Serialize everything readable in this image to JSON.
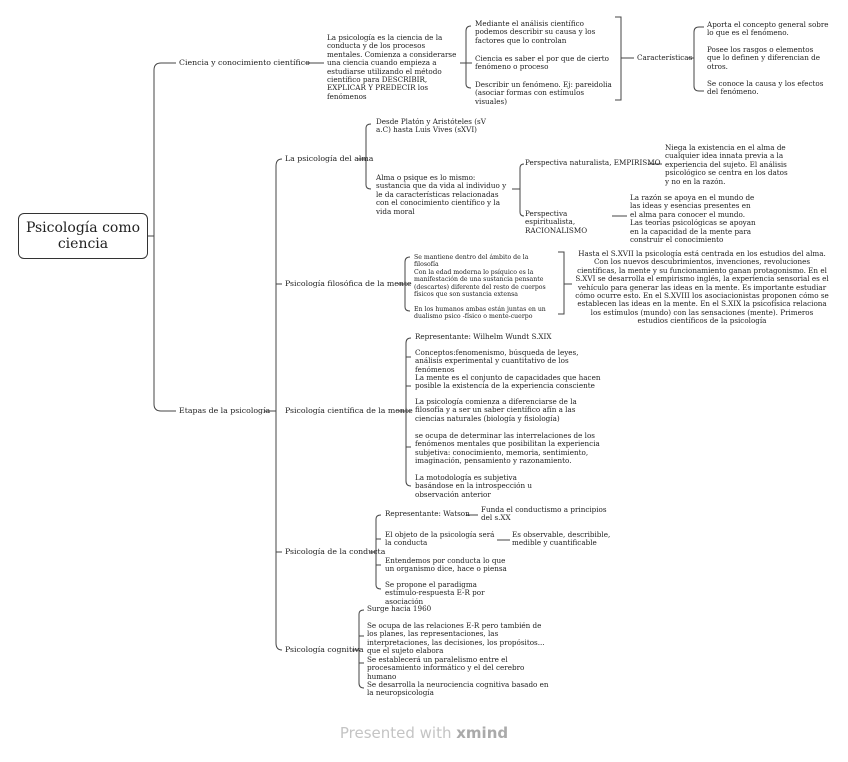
{
  "root": "Psicología como ciencia",
  "b1": {
    "label": "Ciencia y conocimiento científico",
    "desc": "La psicología es la ciencia de la conducta y de los procesos mentales. Comienza a considerarse una ciencia cuando empieza a estudiarse utilizando el método científico para DESCRIBIR, EXPLICAR Y PREDECIR los fenómenos",
    "points": [
      "Mediante el análisis  científico podemos describir su causa y los factores que lo controlan",
      "Ciencia es saber el por que de cierto fenómeno o proceso",
      "Describir un fenómeno. Ej: pareidolia (asociar formas con estímulos visuales)"
    ],
    "char_label": "Características",
    "chars": [
      "Aporta el concepto general sobre lo que es el fenómeno.",
      "Posee los rasgos o elementos que lo definen y diferencian de otros.",
      "Se conoce la causa y los efectos del fenómeno."
    ]
  },
  "b2": {
    "label": "Etapas de la psicología",
    "alma": {
      "label": "La psicología del alma",
      "n1": "Desde Platón y Aristóteles (sV a.C) hasta Luis Vives (sXVI)",
      "n2": "Alma o psique es lo mismo: sustancia que da vida al individuo y le da características relacionadas con el conocimiento científico y la vida moral",
      "p1": "Perspectiva naturalista, EMPIRISMO",
      "p1d": "Niega la existencia en el alma de cualquier idea innata previa a la experiencia del sujeto. El análisis psicológico se centra en los datos y no en la razón.",
      "p2": "Perspectiva espiritualista, RACIONALISMO",
      "p2d": "La razón se apoya en el mundo de las ideas y esencias presentes en el alma para conocer el mundo. Las teorías psicológicas se apoyan en la capacidad de la mente para construir el conocimiento"
    },
    "filo": {
      "label": "Psicología filosófica de la mente",
      "items": [
        "Se mantiene dentro del ámbito de la filosofía",
        "Con la edad moderna lo psíquico es la manifestación de una sustancia pensante (descartes) diferente del resto de cuerpos físicos que son sustancia extensa",
        "En los humanos ambas están juntas en un dualismo psico -físico o mente-cuerpo"
      ],
      "summary": "Hasta el S.XVII la psicología está centrada en los estudios del alma. Con los nuevos descubrimientos, invenciones, revoluciones científicas, la mente y su funcionamiento ganan protagonismo. En el S.XVI se desarrolla el empirismo inglés, la experiencia sensorial es el vehículo para generar las ideas en la mente. Es importante estudiar cómo ocurre esto. En el S.XVIII los asociacionistas proponen cómo se establecen las ideas en la mente. En el S.XIX la psicofísica relaciona los estímulos (mundo) con las sensaciones (mente). Primeros estudios científicos de la psicología"
    },
    "cient": {
      "label": "Psicología científica de la mente",
      "items": [
        "Representante: Wilhelm Wundt S.XIX",
        "Conceptos:fenomenismo, búsqueda de leyes, análisis experimental y cuantitativo de los fenómenos",
        "La mente es el conjunto de capacidades que hacen posible la existencia de la experiencia consciente",
        "La psicología comienza a diferenciarse de la filosofía y a ser un saber científico afín a las ciencias naturales (biología y fisiología)",
        "se ocupa de determinar las interrelaciones de los fenómenos mentales que posibilitan la experiencia subjetiva: conocimiento, memoria, sentimiento, imaginación, pensamiento y razonamiento.",
        "La motodología es subjetiva basándose en la introspección u observación anterior"
      ]
    },
    "cond": {
      "label": "Psicología de la conducta",
      "rep": "Representante: Watson",
      "rep_d": "Funda el conductismo a principios del s.XX",
      "obj": "El objeto de la psicología será la conducta",
      "obj_d": "Es observable, describible, medible y cuantificable",
      "i3": "Entendemos por conducta lo que un organismo dice, hace o piensa",
      "i4": "Se propone el paradigma estímulo-respuesta E-R por asociación"
    },
    "cog": {
      "label": "Psicología cognitiva",
      "items": [
        "Surge hacia 1960",
        "Se ocupa de las relaciones E-R pero también de los planes, las representaciones, las interpretaciones, las decisiones, los propósitos... que el sujeto elabora",
        "Se establecerá un paralelismo entre el procesamiento informático y el del cerebro humano",
        "Se desarrolla la neurociencia cognitiva basado en la neuropsicología"
      ]
    }
  },
  "watermark": {
    "prefix": "Presented with ",
    "brand": "xmind"
  }
}
